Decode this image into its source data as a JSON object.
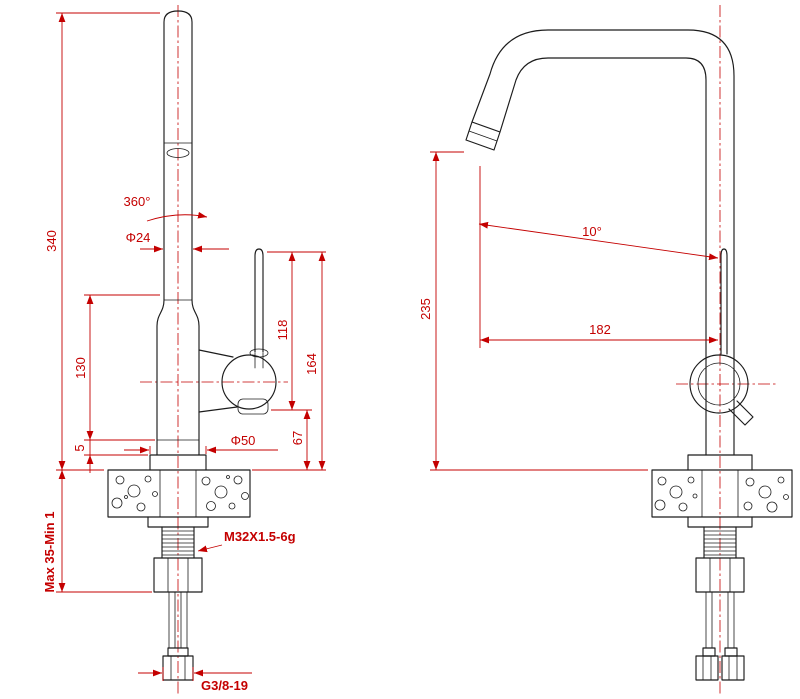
{
  "drawing": {
    "subject": "kitchen-faucet-two-view-dimensional-drawing"
  },
  "colors": {
    "outline": "#1c1c1c",
    "dimension": "#c40000",
    "background": "#ffffff"
  },
  "front_view": {
    "overall_height": "340",
    "swivel_angle": "360°",
    "spout_diameter": "Φ24",
    "body_height": "130",
    "base_gap": "5",
    "handle_span": "118",
    "handle_height": "164",
    "outlet_height": "67",
    "base_diameter": "Φ50",
    "deck_thickness": "Max 35-Min 1",
    "mount_thread": "M32X1.5-6g",
    "inlet_thread": "G3/8-19"
  },
  "side_view": {
    "spout_height": "235",
    "spout_reach": "182",
    "spout_angle": "10°"
  }
}
